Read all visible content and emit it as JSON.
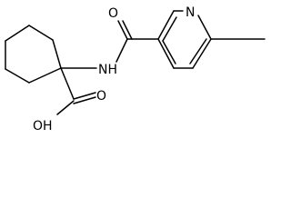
{
  "molecule": {
    "labels": {
      "nh": "NH",
      "n": "N",
      "o_amide": "O",
      "oh": "OH",
      "o_acid": "O"
    },
    "colors": {
      "bond": "#000000",
      "text": "#000000",
      "background": "#ffffff"
    }
  }
}
